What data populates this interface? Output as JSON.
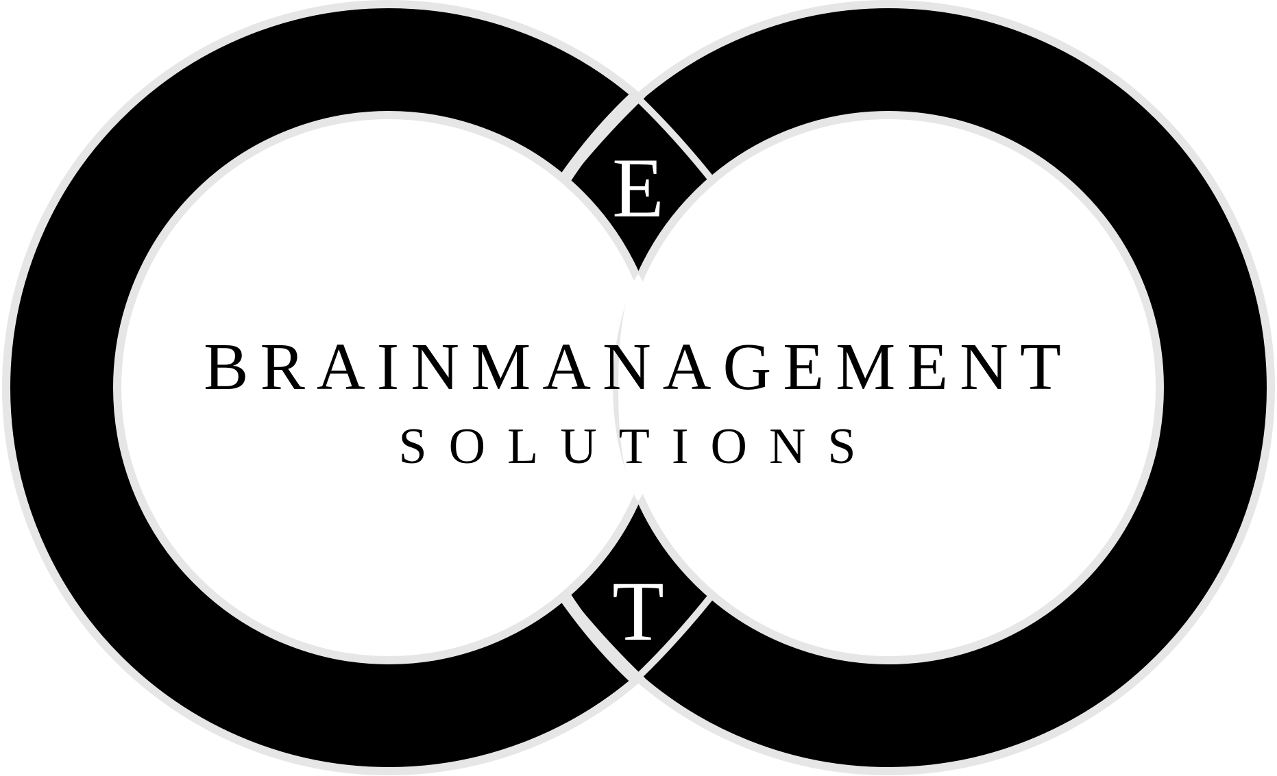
{
  "logo": {
    "title_line": "BRAINMANAGEMENT",
    "subtitle_line": "SOLUTIONS",
    "top_letter": "E",
    "bottom_letter": "T"
  },
  "colors": {
    "background": "#ffffff",
    "ring_fill": "#000000",
    "ring_outline": "#e6e6e6",
    "inner_fill": "#ffffff",
    "text": "#000000",
    "letter_on_black": "#ffffff"
  }
}
